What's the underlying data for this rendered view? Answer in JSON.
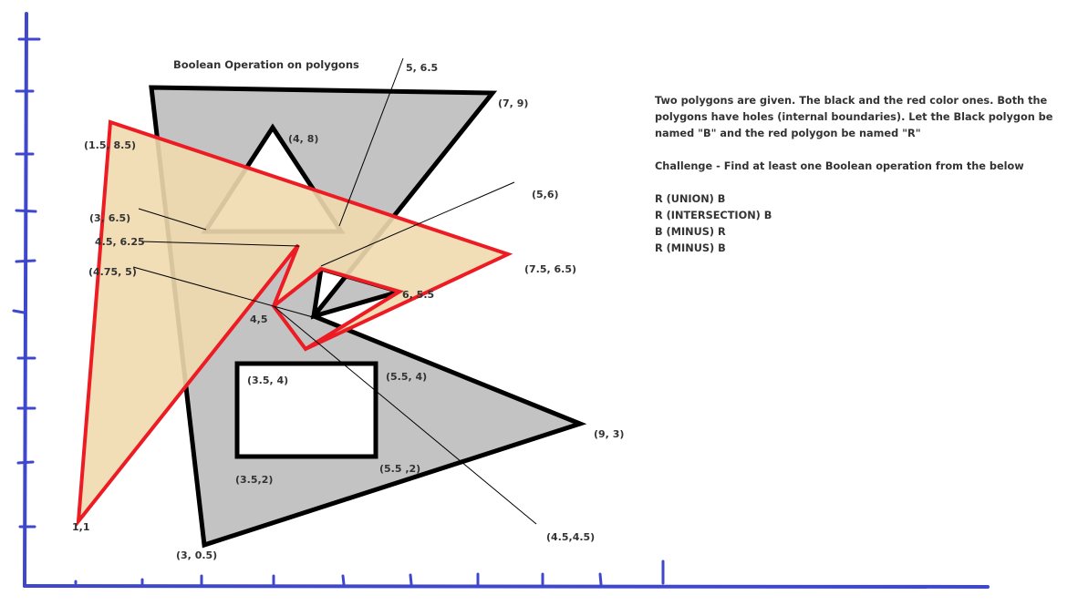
{
  "colors": {
    "axis": "#3f48cc",
    "black_polygon": "#000000",
    "black_fill": "#c3c3c3",
    "red_polygon": "#ed1c24",
    "red_fill": "#efd9ae"
  },
  "title": "Boolean Operation on polygons",
  "labels": {
    "p_5_65": "5, 6.5",
    "p_7_9": "(7, 9)",
    "p_15_85": "(1.5, 8.5)",
    "p_4_8": "(4, 8)",
    "p_5_6": "(5,6)",
    "p_3_65": "(3, 6.5)",
    "p_45_625": "4.5, 6.25",
    "p_75_65": "(7.5, 6.5)",
    "p_475_5": "(4.75, 5)",
    "p_6_55": "6, 5.5",
    "p_4_5": "4,5",
    "p_35_4": "(3.5, 4)",
    "p_55_4": "(5.5, 4)",
    "p_9_3": "(9, 3)",
    "p_35_2": "(3.5,2)",
    "p_55_2": "(5.5 ,2)",
    "p_1_1": "1,1",
    "p_3_05": "(3, 0.5)",
    "p_45_45": "(4.5,4.5)"
  },
  "description": {
    "line1": "Two polygons are given. The black and the red color ones. Both the",
    "line2": "polygons have holes (internal boundaries). Let the Black polygon be",
    "line3": "named \"B\" and the red polygon be named \"R\"",
    "challenge": "Challenge - Find at least one Boolean operation from the below",
    "ops": [
      "R (UNION) B",
      "R (INTERSECTION) B",
      "B (MINUS) R",
      "R (MINUS) B"
    ]
  }
}
